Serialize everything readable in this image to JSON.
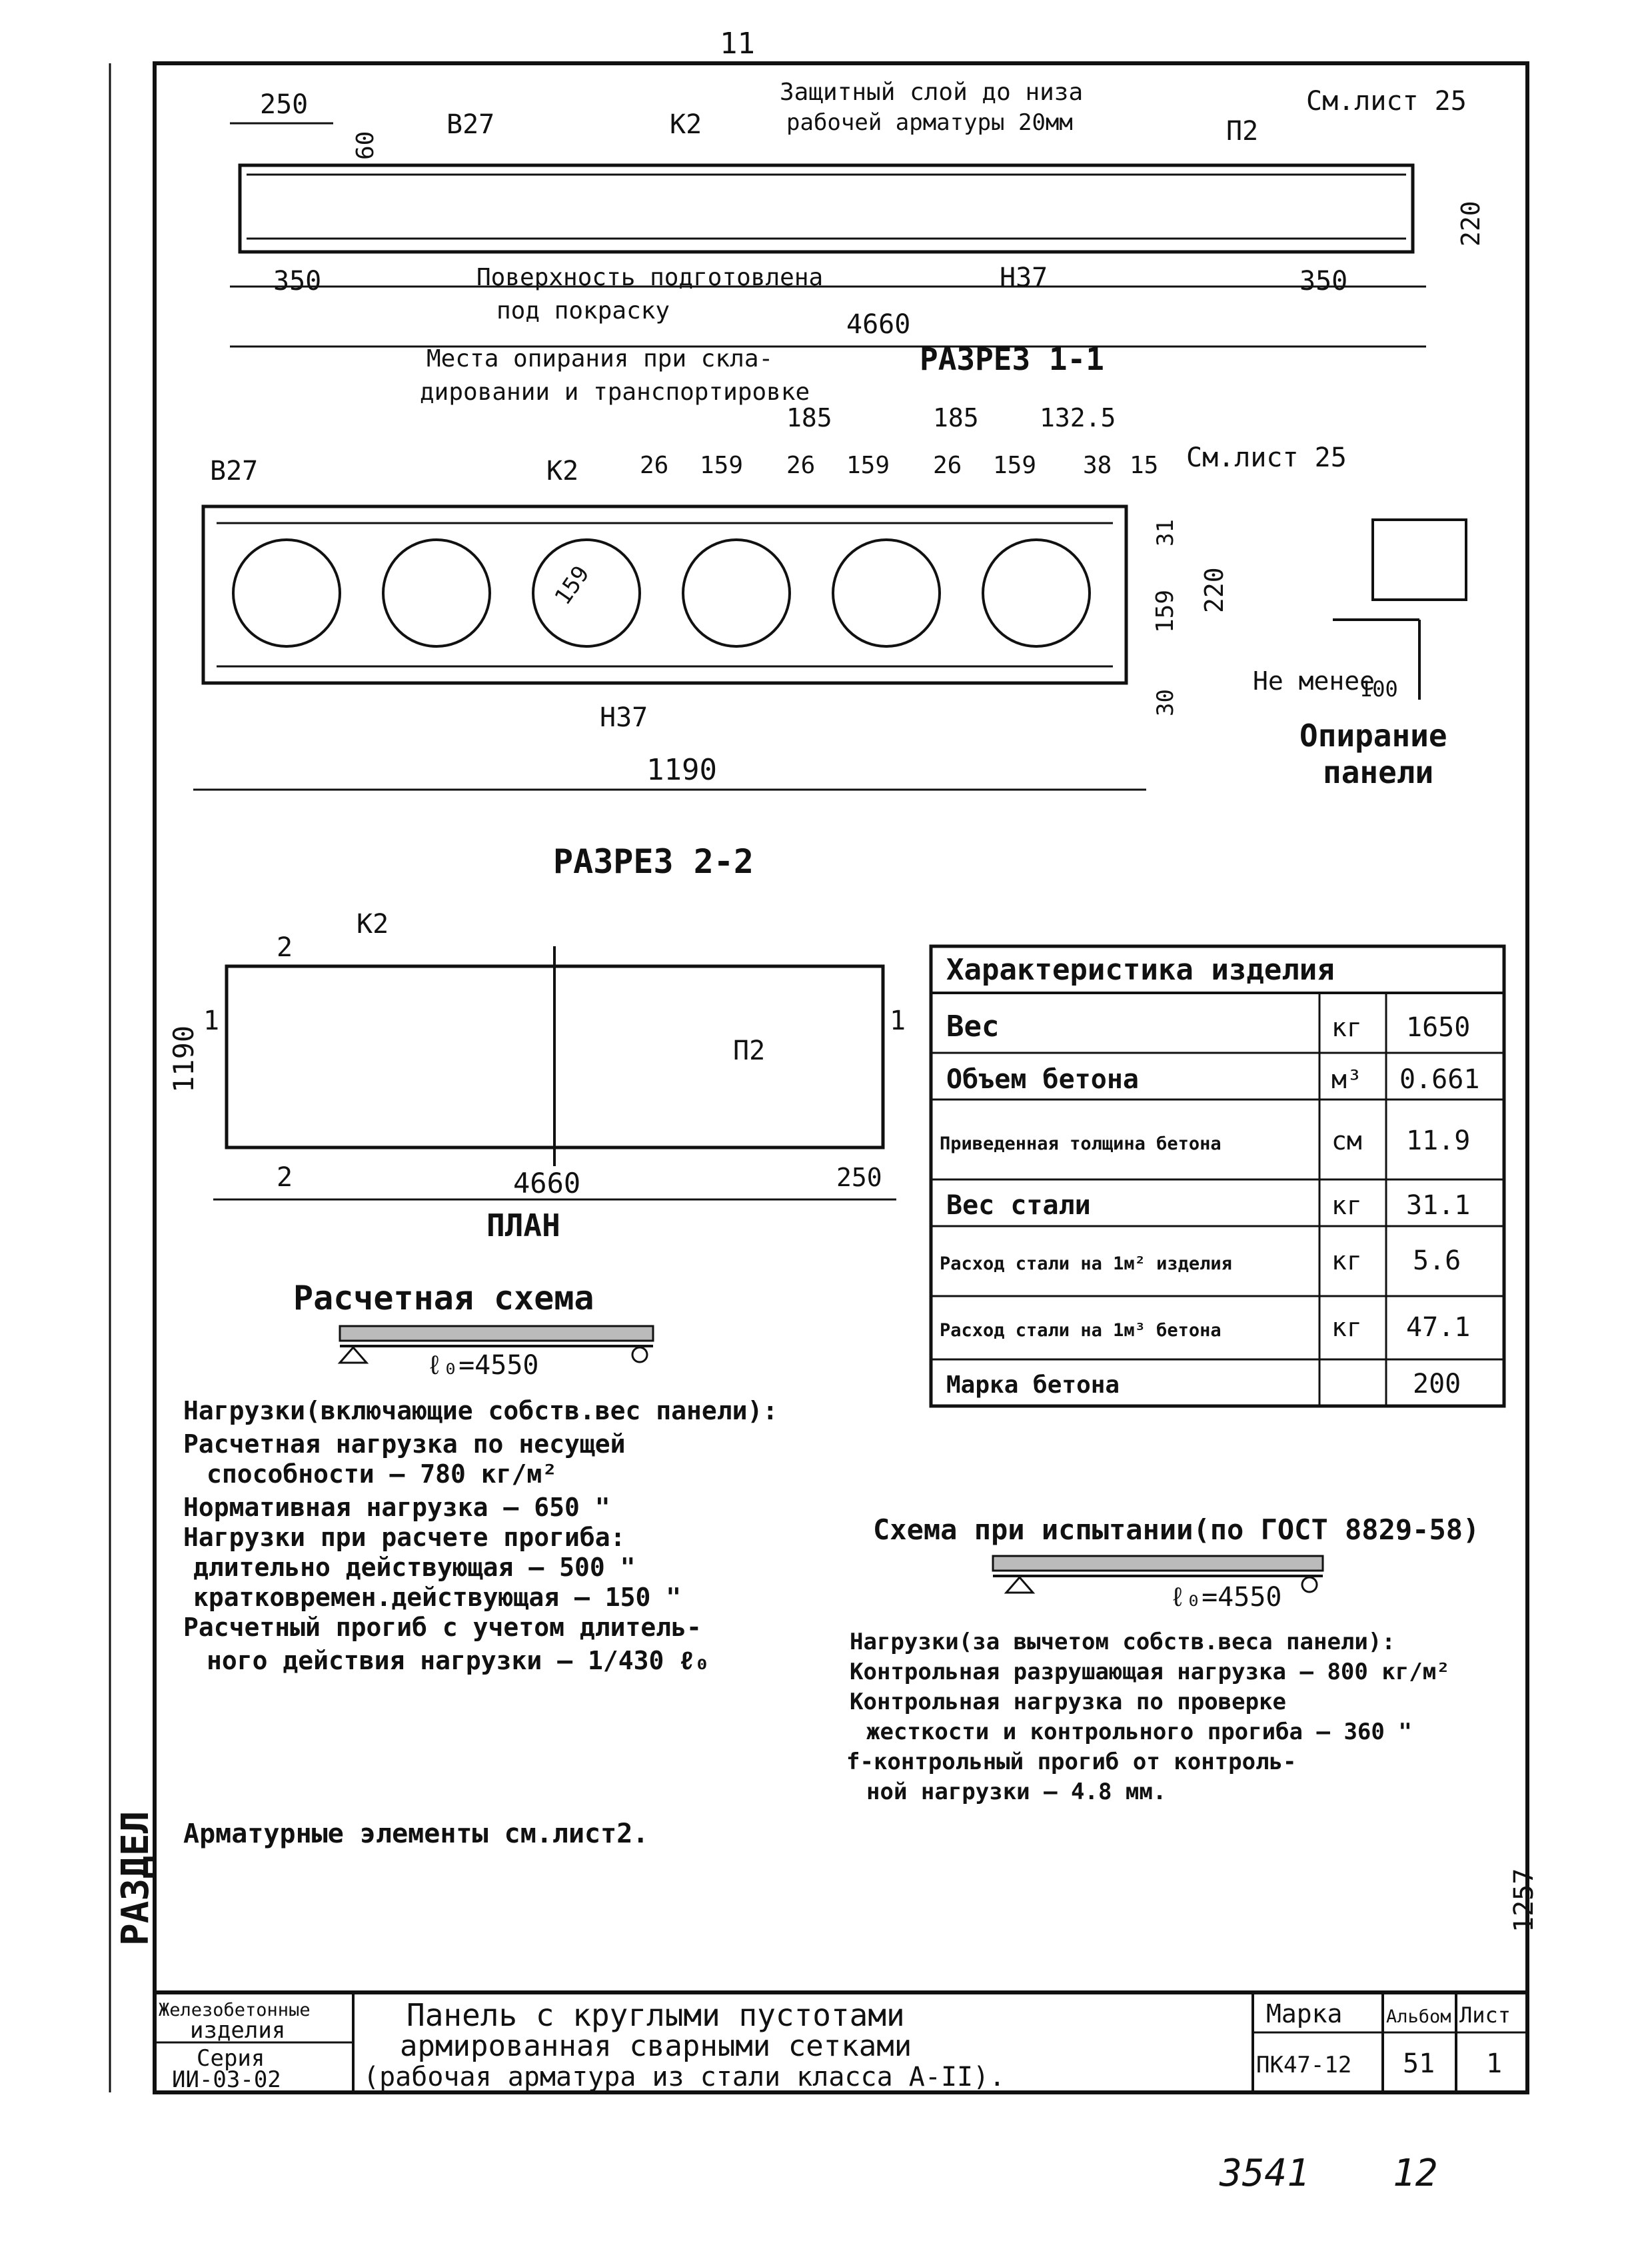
{
  "page_number_top": "11",
  "section_11": {
    "title": "РАЗРЕЗ 1-1",
    "dim_250": "250",
    "dim_60": "60",
    "label_b27": "В27",
    "label_k2": "К2",
    "note_cover_1": "Защитный слой до низа",
    "note_cover_2": "рабочей арматуры 20мм",
    "label_p2": "П2",
    "see_sheet": "См.лист 25",
    "dim_220": "220",
    "dim_350_left": "350",
    "dim_350_right": "350",
    "note_surface_1": "Поверхность подготовлена",
    "note_surface_2": "под покраску",
    "label_n37": "Н37",
    "dim_4660": "4660",
    "note_support_1": "Места опирания при скла-",
    "note_support_2": "дировании и транспортировке"
  },
  "section_22": {
    "title": "РАЗРЕЗ 2-2",
    "label_b27": "В27",
    "label_k2": "К2",
    "dim_185_a": "185",
    "dim_185_b": "185",
    "dim_1325": "132.5",
    "dims_row": [
      "26",
      "159",
      "26",
      "159",
      "26",
      "159",
      "38",
      "15"
    ],
    "see_sheet": "См.лист 25",
    "dim_31": "31",
    "dim_159": "159",
    "dim_220": "220",
    "dim_30": "30",
    "dim_d159": "159",
    "label_n37": "Н37",
    "dim_1190": "1190"
  },
  "support_detail": {
    "not_less": "Не менее",
    "dim_100": "100",
    "title_1": "Опирание",
    "title_2": "панели"
  },
  "plan": {
    "title": "ПЛАН",
    "mark_2_top": "2",
    "mark_2_bottom": "2",
    "mark_1_left": "1",
    "mark_1_right": "1",
    "label_k2": "К2",
    "label_p2": "П2",
    "dim_1190": "1190",
    "dim_4660": "4660",
    "dim_250": "250"
  },
  "characteristics": {
    "title": "Характеристика изделия",
    "rows": [
      {
        "name": "Вес",
        "unit": "кг",
        "value": "1650"
      },
      {
        "name": "Объем бетона",
        "unit": "м³",
        "value": "0.661"
      },
      {
        "name": "Приведенная толщина бетона",
        "unit": "см",
        "value": "11.9"
      },
      {
        "name": "Вес стали",
        "unit": "кг",
        "value": "31.1"
      },
      {
        "name": "Расход стали на 1м² изделия",
        "unit": "кг",
        "value": "5.6"
      },
      {
        "name": "Расход стали на 1м³ бетона",
        "unit": "кг",
        "value": "47.1"
      },
      {
        "name": "Марка бетона",
        "unit": "",
        "value": "200"
      }
    ]
  },
  "calc_scheme": {
    "title": "Расчетная схема",
    "span": "ℓ₀=4550",
    "lines": [
      "Нагрузки(включающие собств.вес панели):",
      "Расчетная нагрузка по несущей",
      "способности         — 780 кг/м²",
      "Нормативная нагрузка    — 650  \"",
      "Нагрузки при расчете прогиба:",
      "длительно действующая — 500  \"",
      "кратковремен.действующая — 150  \"",
      "Расчетный прогиб с учетом длитель-",
      "ного действия нагрузки — 1/430 ℓ₀"
    ],
    "reinforcement": "Арматурные элементы см.лист2."
  },
  "test_scheme": {
    "title": "Схема при испытании(по ГОСТ 8829-58)",
    "span": "ℓ₀=4550",
    "lines": [
      "Нагрузки(за вычетом собств.веса панели):",
      "Контрольная разрушающая нагрузка — 800 кг/м²",
      "Контрольная нагрузка по проверке",
      "жесткости и контрольного прогиба — 360  \"",
      "f-контрольный прогиб от контроль-",
      "ной нагрузки              — 4.8 мм."
    ]
  },
  "title_block": {
    "category_1": "Железобетонные",
    "category_2": "изделия",
    "series_label": "Серия",
    "series_value": "ИИ-03-02",
    "title_1": "Панель с круглыми пустотами",
    "title_2": "армированная сварными сетками",
    "title_3": "(рабочая арматура из стали класса А-II).",
    "mark_label": "Марка",
    "mark_value": "ПК47-12",
    "album_label": "Альбом",
    "album_value": "51",
    "sheet_label": "Лист",
    "sheet_value": "1"
  },
  "margin_stamp": "РАЗДЕЛ",
  "side_note": "1257",
  "footer_number": "3541",
  "footer_page": "12"
}
